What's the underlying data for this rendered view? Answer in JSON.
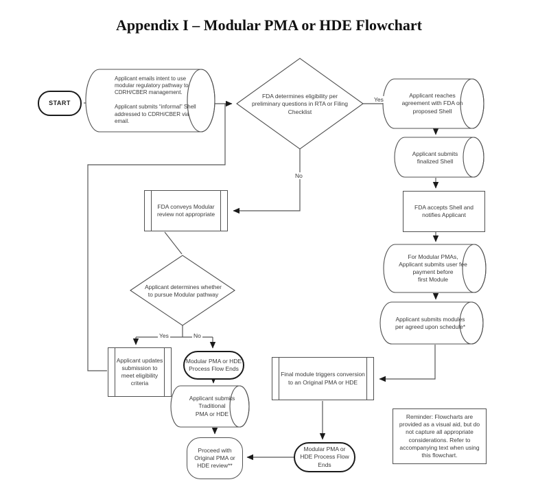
{
  "title": "Appendix I – Modular PMA or HDE Flowchart",
  "colors": {
    "ink": "#3a3a3a",
    "line": "#555555",
    "strong_border": "#1a1a1a",
    "background": "#ffffff"
  },
  "nodes": {
    "start": {
      "text": "START"
    },
    "email_intent": {
      "text": "Applicant emails intent to use\nmodular regulatory pathway to\nCDRH/CBER management.\n\nApplicant submits “informal” Shell\naddressed to CDRH/CBER via email."
    },
    "eligibility_decision": {
      "text": "FDA determines eligibility per\npreliminary questions in RTA or Filing\nChecklist"
    },
    "reach_agreement": {
      "text": "Applicant reaches\nagreement with FDA on\nproposed Shell"
    },
    "finalized_shell": {
      "text": "Applicant submits\nfinalized Shell"
    },
    "fda_accepts": {
      "text": "FDA accepts Shell and\nnotifies Applicant"
    },
    "user_fee": {
      "text": "For Modular PMAs,\nApplicant submits user fee\npayment before\nfirst Module"
    },
    "submit_modules": {
      "text": "Applicant submits modules\nper agreed upon schedule*"
    },
    "final_module": {
      "text": "Final module triggers conversion\nto an Original PMA or HDE"
    },
    "flow_ends_bottom": {
      "text": "Modular PMA or\nHDE Process Flow\nEnds"
    },
    "not_appropriate": {
      "text": "FDA conveys Modular\nreview not appropriate"
    },
    "pursue_decision": {
      "text": "Applicant determines whether\nto pursue Modular pathway"
    },
    "updates_submission": {
      "text": "Applicant updates\nsubmission to\nmeet eligibility\ncriteria"
    },
    "flow_ends_mid": {
      "text": "Modular PMA or HDE\nProcess Flow Ends"
    },
    "traditional": {
      "text": "Applicant submits\nTraditional\nPMA or HDE"
    },
    "proceed": {
      "text": "Proceed with\nOriginal PMA or\nHDE review**"
    },
    "reminder": {
      "text": "Reminder: Flowcharts are\nprovided as a visual aid, but do\nnot capture all appropriate\nconsiderations. Refer to\naccompanying text when using\nthis flowchart."
    }
  },
  "edge_labels": {
    "yes1": "Yes",
    "no1": "No",
    "yes2": "Yes",
    "no2": "No"
  }
}
